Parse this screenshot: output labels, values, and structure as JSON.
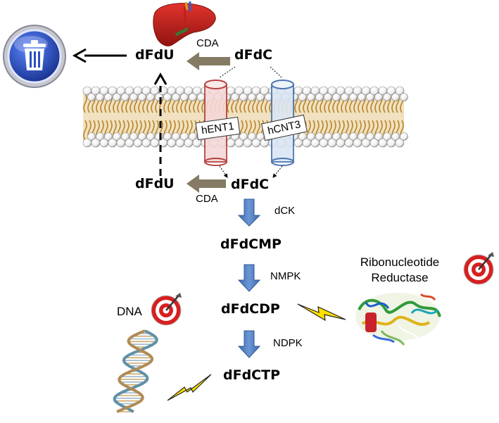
{
  "molecules": {
    "dfdu_outside": "dFdU",
    "dfdc_outside": "dFdC",
    "dfdu_inside": "dFdU",
    "dfdc_inside": "dFdC",
    "dfdcmp": "dFdCMP",
    "dfdcdp": "dFdCDP",
    "dfdctp": "dFdCTP"
  },
  "enzymes": {
    "cda_outside": "CDA",
    "cda_inside": "CDA",
    "dck": "dCK",
    "nmpk": "NMPK",
    "ndpk": "NDPK"
  },
  "transporters": {
    "hent1": "hENT1",
    "hcnt3": "hCNT3"
  },
  "targets": {
    "dna": "DNA",
    "rr_line1": "Ribonucleotide",
    "rr_line2": "Reductase"
  },
  "icons": [
    "trash-bin-icon",
    "liver-icon",
    "target-icon",
    "lightning-icon",
    "dna-helix-icon",
    "protein-structure-icon"
  ],
  "colors": {
    "conversion_arrow": "#857a63",
    "pathway_arrow": "#4a78b8",
    "membrane_head": "#ffffff",
    "membrane_tail": "#b8862b",
    "hent1_channel": "#c9615c",
    "hcnt3_channel": "#5f86bf",
    "lightning": "#ffe000",
    "target_red": "#d62020",
    "trash_blue": "#2a4fc0"
  }
}
